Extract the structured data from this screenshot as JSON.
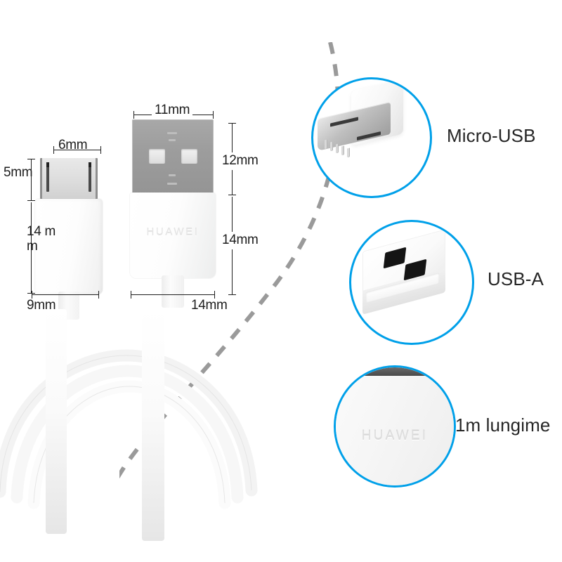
{
  "product": {
    "brand": "HUAWEI",
    "type": "micro-usb-charging-cable-spec-infographic"
  },
  "theme": {
    "accent_blue": "#00a0e9",
    "dim_line": "#1f1f1f",
    "dashed_arc": "#9a9a9a",
    "label_text": "#262626",
    "background": "#ffffff"
  },
  "left_diagram": {
    "micro_usb": {
      "name": "Micro-USB connector",
      "plug_width": "6mm",
      "plug_height": "5mm",
      "body_height": "14 m\nm",
      "body_width": "9mm"
    },
    "usb_a": {
      "name": "USB-A connector",
      "head_width": "11mm",
      "head_height": "12mm",
      "body_height": "14mm",
      "body_width": "14mm",
      "emboss": "HUAWEI"
    }
  },
  "callouts": [
    {
      "id": "micro-usb",
      "label": "Micro-USB"
    },
    {
      "id": "usb-a",
      "label": "USB-A"
    },
    {
      "id": "cable-len",
      "label": "1m lungime",
      "emboss": "HUAWEI"
    }
  ]
}
